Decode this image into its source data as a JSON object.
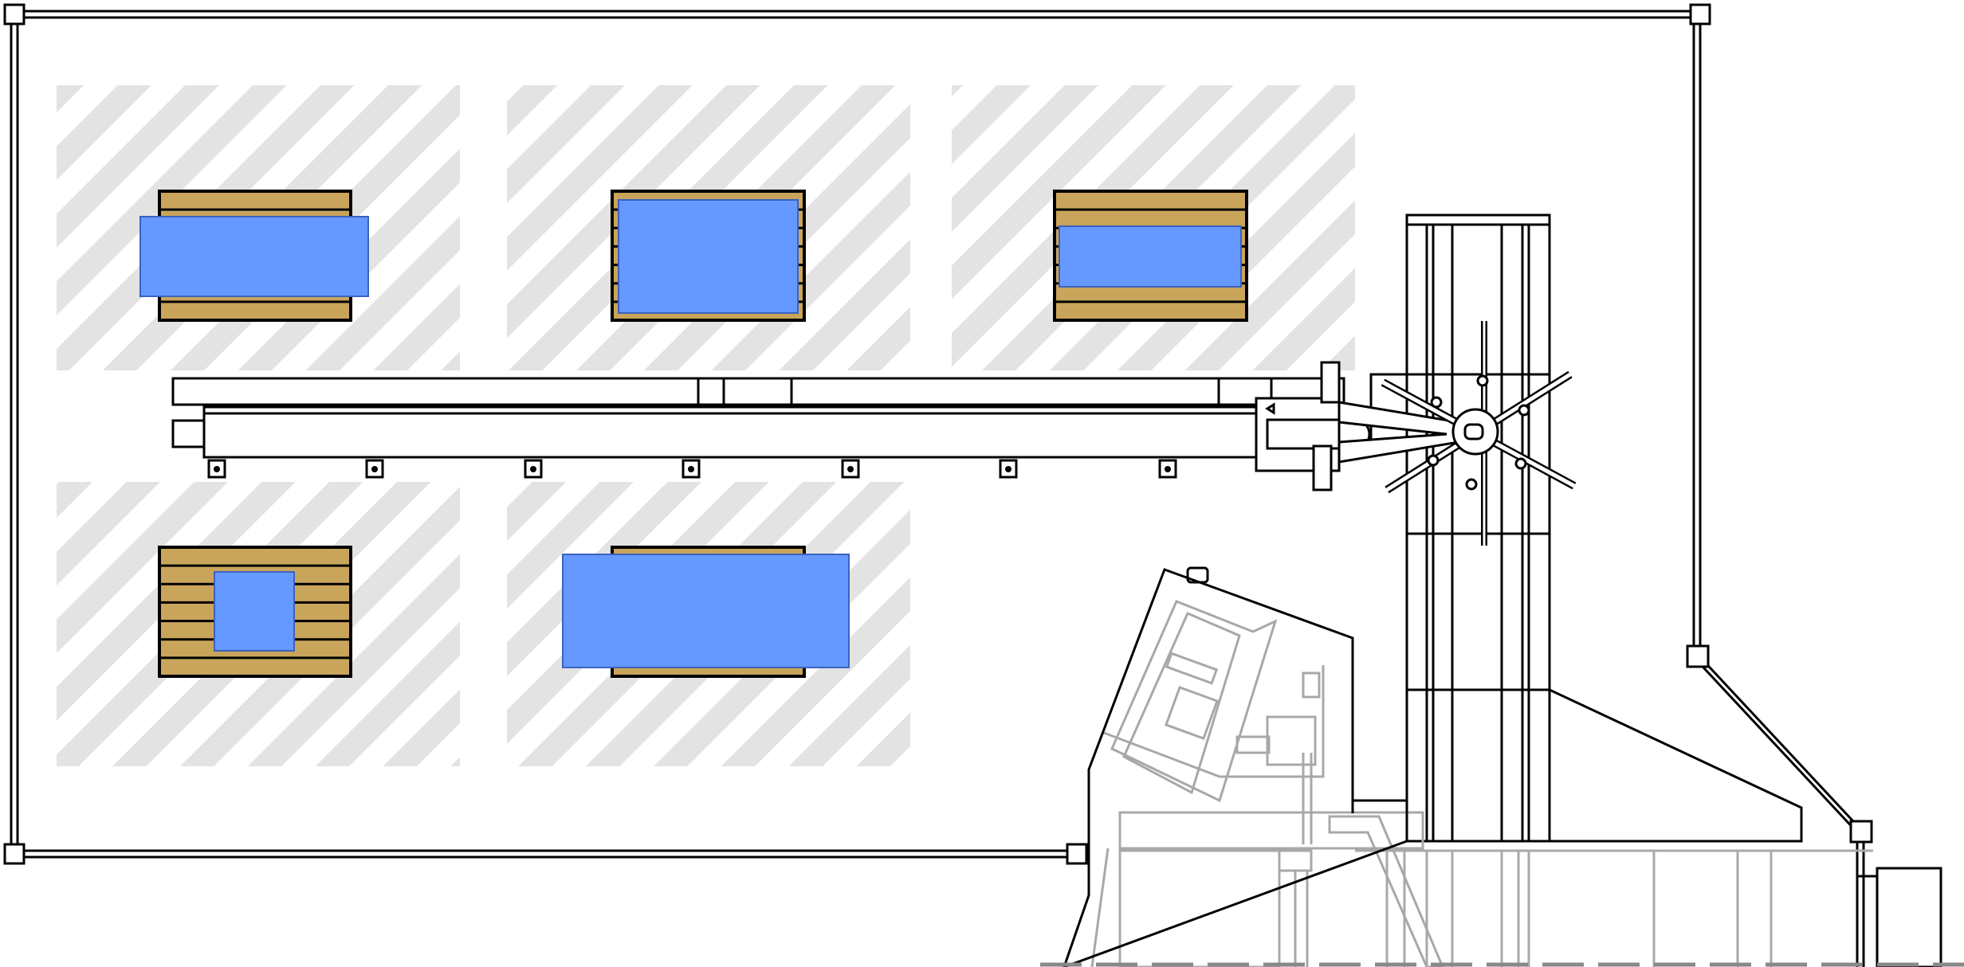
{
  "scene": {
    "colors": {
      "pallet_wood": "#c9a55c",
      "box": "#6699ff",
      "hatch": "#e3e3e3",
      "machine_lines": "#a8a8a8",
      "outline": "#000000"
    },
    "pallet_zones": [
      {
        "id": "zone-1",
        "load": "wide-box-overhanging"
      },
      {
        "id": "zone-2",
        "load": "full-box"
      },
      {
        "id": "zone-3",
        "load": "narrow-box"
      },
      {
        "id": "zone-4",
        "load": "small-square-box"
      },
      {
        "id": "zone-5",
        "load": "large-box-overhanging"
      }
    ]
  }
}
